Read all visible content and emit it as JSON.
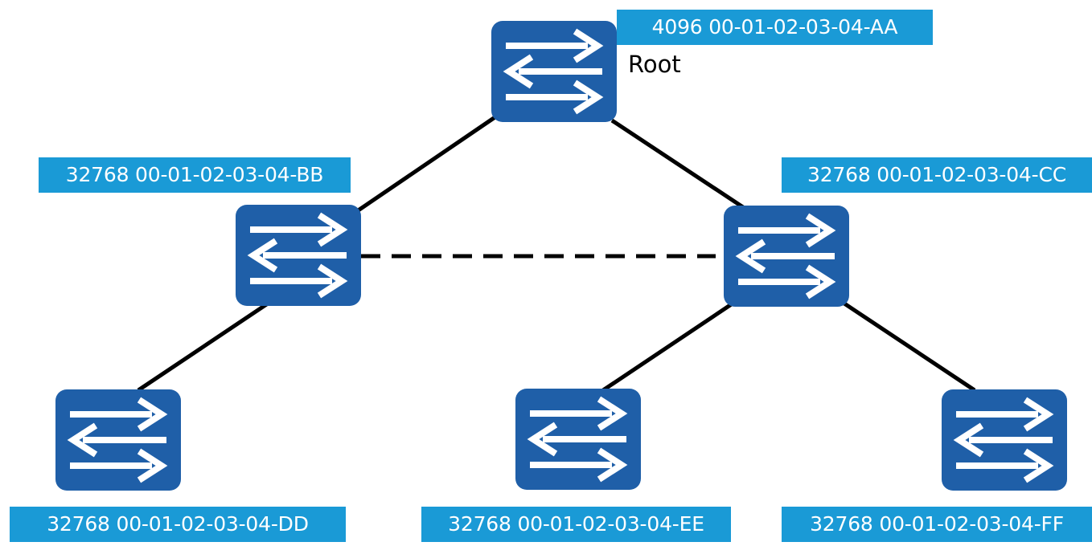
{
  "colors": {
    "switch_fill": "#1f5fa8",
    "switch_arrow": "#ffffff",
    "label_background": "#1a9ad6",
    "label_text": "#ffffff",
    "link": "#000000"
  },
  "switches": [
    {
      "id": "AA",
      "icon": "switch-icon",
      "label": "4096 00-01-02-03-04-AA",
      "root_marker": "Root"
    },
    {
      "id": "BB",
      "icon": "switch-icon",
      "label": "32768 00-01-02-03-04-BB"
    },
    {
      "id": "CC",
      "icon": "switch-icon",
      "label": "32768 00-01-02-03-04-CC"
    },
    {
      "id": "DD",
      "icon": "switch-icon",
      "label": "32768 00-01-02-03-04-DD"
    },
    {
      "id": "EE",
      "icon": "switch-icon",
      "label": "32768 00-01-02-03-04-EE"
    },
    {
      "id": "FF",
      "icon": "switch-icon",
      "label": "32768 00-01-02-03-04-FF"
    }
  ],
  "links": [
    {
      "from": "AA",
      "to": "BB",
      "style": "solid"
    },
    {
      "from": "AA",
      "to": "CC",
      "style": "solid"
    },
    {
      "from": "BB",
      "to": "CC",
      "style": "dashed"
    },
    {
      "from": "BB",
      "to": "DD",
      "style": "solid"
    },
    {
      "from": "CC",
      "to": "EE",
      "style": "solid"
    },
    {
      "from": "CC",
      "to": "FF",
      "style": "solid"
    }
  ]
}
